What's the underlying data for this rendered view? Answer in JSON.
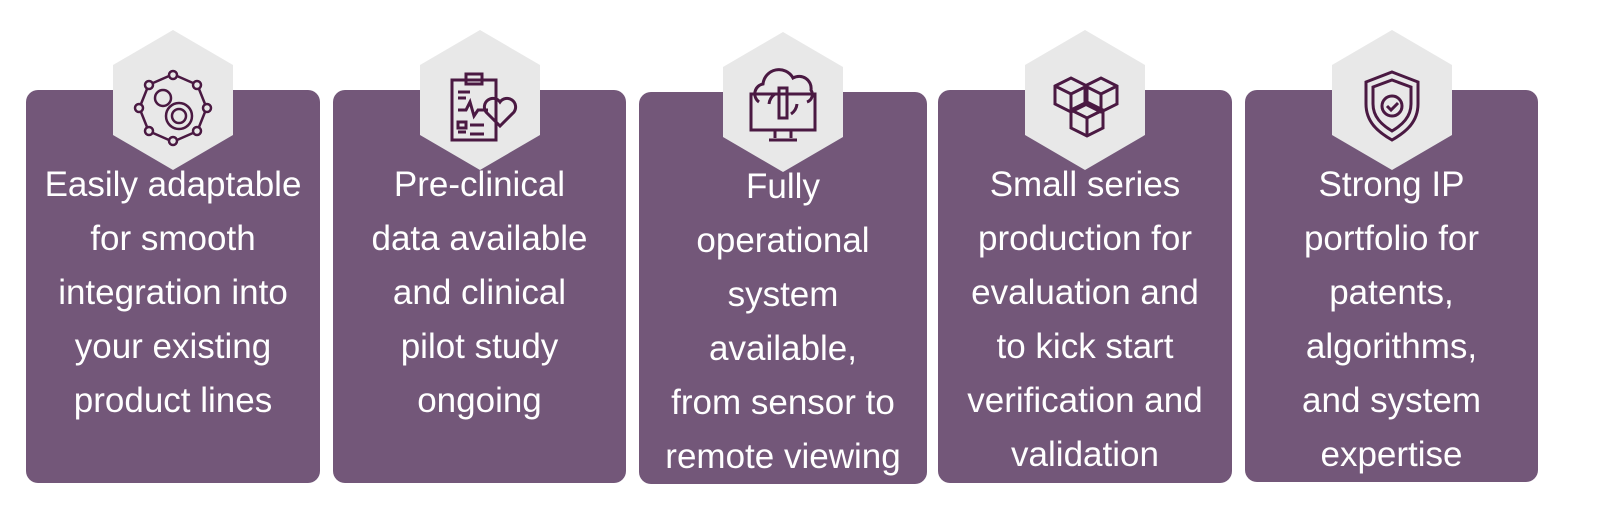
{
  "colors": {
    "card": "#735779",
    "hex": "#e8e8e8",
    "icon": "#4a1942",
    "text": "#ffffff"
  },
  "cards": [
    {
      "icon": "network-gears-thumbs-up-icon",
      "text": "Easily adaptable\nfor smooth\nintegration into\nyour existing\nproduct lines"
    },
    {
      "icon": "clipboard-heart-icon",
      "text": "Pre-clinical\ndata available\nand clinical\npilot study\nongoing"
    },
    {
      "icon": "cloud-monitor-sync-icon",
      "text": "Fully\noperational\nsystem\navailable,\nfrom sensor to\nremote viewing"
    },
    {
      "icon": "boxes-icon",
      "text": "Small series\nproduction for\nevaluation and\nto kick start\nverification and\nvalidation"
    },
    {
      "icon": "shield-check-icon",
      "text": "Strong IP\nportfolio for\npatents,\nalgorithms,\nand system\nexpertise"
    }
  ]
}
